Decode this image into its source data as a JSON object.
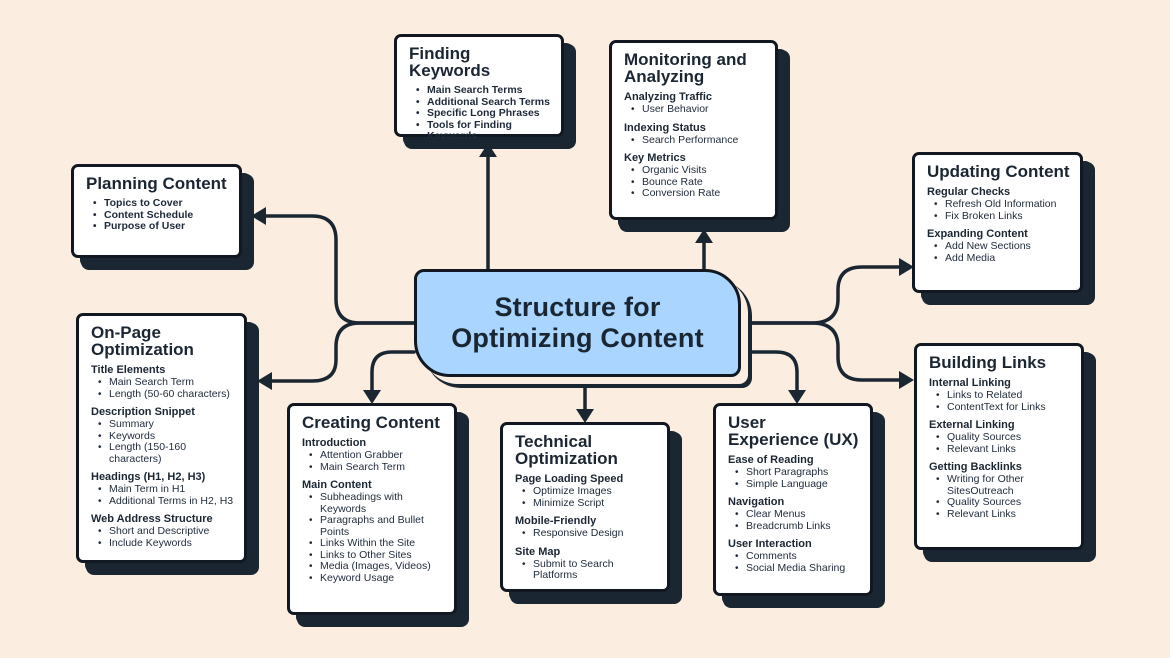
{
  "center": {
    "title": "Structure for\nOptimizing Content"
  },
  "colors": {
    "background": "#fbeee0",
    "center_fill": "#a9d5ff",
    "lines": "#1b2633",
    "card_fill": "#ffffff"
  },
  "nodes": {
    "finding_keywords": {
      "title": "Finding Keywords",
      "items": [
        "Main Search Terms",
        "Additional Search Terms",
        "Specific Long Phrases",
        "Tools for Finding Keywords"
      ]
    },
    "monitoring": {
      "title": "Monitoring and Analyzing",
      "groups": [
        {
          "heading": "Analyzing Traffic",
          "items": [
            "User Behavior"
          ]
        },
        {
          "heading": "Indexing Status",
          "items": [
            "Search Performance"
          ]
        },
        {
          "heading": "Key Metrics",
          "items": [
            "Organic Visits",
            "Bounce Rate",
            "Conversion Rate"
          ]
        }
      ]
    },
    "planning": {
      "title": "Planning Content",
      "items": [
        "Topics to Cover",
        "Content Schedule",
        "Purpose of User"
      ]
    },
    "updating": {
      "title": "Updating Content",
      "groups": [
        {
          "heading": "Regular Checks",
          "items": [
            "Refresh Old Information",
            "Fix Broken Links"
          ]
        },
        {
          "heading": "Expanding Content",
          "items": [
            "Add New Sections",
            "Add Media"
          ]
        }
      ]
    },
    "onpage": {
      "title": "On-Page Optimization",
      "groups": [
        {
          "heading": "Title Elements",
          "items": [
            "Main Search Term",
            "Length (50-60 characters)"
          ]
        },
        {
          "heading": "Description Snippet",
          "items": [
            "Summary",
            "Keywords",
            "Length (150-160 characters)"
          ]
        },
        {
          "heading": "Headings (H1, H2, H3)",
          "items": [
            "Main Term in H1",
            "Additional Terms in H2, H3"
          ]
        },
        {
          "heading": "Web Address Structure",
          "items": [
            "Short and Descriptive",
            "Include Keywords"
          ]
        }
      ]
    },
    "building_links": {
      "title": "Building Links",
      "groups": [
        {
          "heading": "Internal Linking",
          "items": [
            "Links to Related",
            "ContentText for Links"
          ]
        },
        {
          "heading": "External Linking",
          "items": [
            "Quality Sources",
            "Relevant Links"
          ]
        },
        {
          "heading": "Getting Backlinks",
          "items": [
            "Writing for Other SitesOutreach",
            "Quality Sources",
            "Relevant Links"
          ]
        }
      ]
    },
    "creating": {
      "title": "Creating Content",
      "groups": [
        {
          "heading": "Introduction",
          "items": [
            "Attention Grabber",
            "Main Search Term"
          ]
        },
        {
          "heading": "Main Content",
          "items": [
            "Subheadings with Keywords",
            "Paragraphs and Bullet Points",
            "Links Within the Site",
            "Links to Other Sites",
            "Media (Images, Videos)",
            "Keyword Usage"
          ]
        }
      ]
    },
    "technical": {
      "title": "Technical Optimization",
      "groups": [
        {
          "heading": "Page Loading Speed",
          "items": [
            "Optimize Images",
            "Minimize Script"
          ]
        },
        {
          "heading": "Mobile-Friendly",
          "items": [
            "Responsive Design"
          ]
        },
        {
          "heading": "Site Map",
          "items": [
            "Submit to Search Platforms"
          ]
        }
      ]
    },
    "ux": {
      "title": "User Experience (UX)",
      "groups": [
        {
          "heading": "Ease of Reading",
          "items": [
            "Short Paragraphs",
            "Simple Language"
          ]
        },
        {
          "heading": "Navigation",
          "items": [
            "Clear Menus",
            "Breadcrumb Links"
          ]
        },
        {
          "heading": "User Interaction",
          "items": [
            "Comments",
            "Social Media Sharing"
          ]
        }
      ]
    }
  }
}
